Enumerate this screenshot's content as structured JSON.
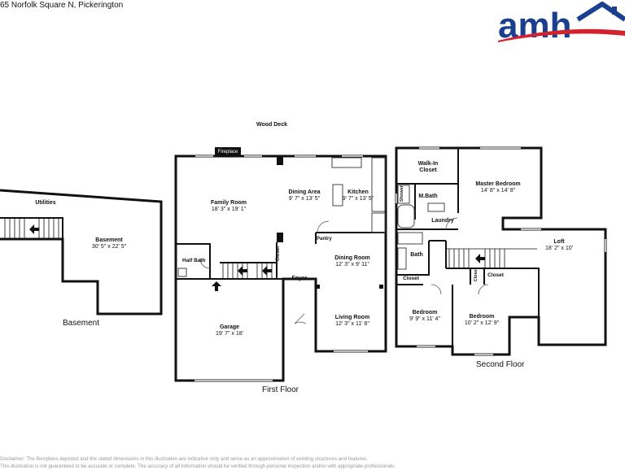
{
  "header": {
    "address": "65 Norfolk Square N, Pickerington",
    "logo_text": "amh"
  },
  "colors": {
    "brand_blue": "#1b3f8f",
    "brand_red": "#d2222d",
    "wall": "#111111"
  },
  "floors": {
    "basement": "Basement",
    "first": "First Floor",
    "second": "Second Floor"
  },
  "rooms": {
    "wood_deck": {
      "name": "Wood Deck"
    },
    "utilities": {
      "name": "Utilities"
    },
    "basement_room": {
      "name": "Basement",
      "dims": "30' 5\" x 22' 5\""
    },
    "fireplace": {
      "name": "Fireplace"
    },
    "family_room": {
      "name": "Family Room",
      "dims": "18' 3\" x 19' 1\""
    },
    "dining_area": {
      "name": "Dining Area",
      "dims": "9' 7\" x 13' 5\""
    },
    "kitchen": {
      "name": "Kitchen",
      "dims": "9' 7\" x 13' 5\""
    },
    "pantry": {
      "name": "Pantry"
    },
    "closet_first": {
      "name": "Closet"
    },
    "half_bath": {
      "name": "Half Bath"
    },
    "foyer": {
      "name": "Foyer"
    },
    "dining_room": {
      "name": "Dining Room",
      "dims": "12' 3\" x 9' 11\""
    },
    "living_room": {
      "name": "Living Room",
      "dims": "12' 3\" x 11' 6\""
    },
    "garage": {
      "name": "Garage",
      "dims": "19' 7\" x 18'"
    },
    "walk_in_closet": {
      "name": "Walk-In Closet"
    },
    "master_bedroom": {
      "name": "Master Bedroom",
      "dims": "14' 8\" x 14' 8\""
    },
    "shower": {
      "name": "Shower"
    },
    "m_bath": {
      "name": "M.Bath"
    },
    "laundry": {
      "name": "Laundry"
    },
    "bath": {
      "name": "Bath"
    },
    "loft": {
      "name": "Loft",
      "dims": "18' 2\" x 10'"
    },
    "closet_a": {
      "name": "Closet"
    },
    "closet_b": {
      "name": "Closet"
    },
    "closet_c": {
      "name": "Closet"
    },
    "bedroom_1": {
      "name": "Bedroom",
      "dims": "9' 9\" x 11' 4\""
    },
    "bedroom_2": {
      "name": "Bedroom",
      "dims": "10' 2\" x 12' 9\""
    }
  },
  "disclaimer": {
    "line1": "Disclaimer: The floorplans depicted and the stated dimensions in this illustration are indicative only and serve as an approximation of existing structures and features.",
    "line2": "This illustration is not guaranteed to be accurate or complete. The accuracy of all information should be verified through personal inspection and/or with appropriate professionals."
  }
}
